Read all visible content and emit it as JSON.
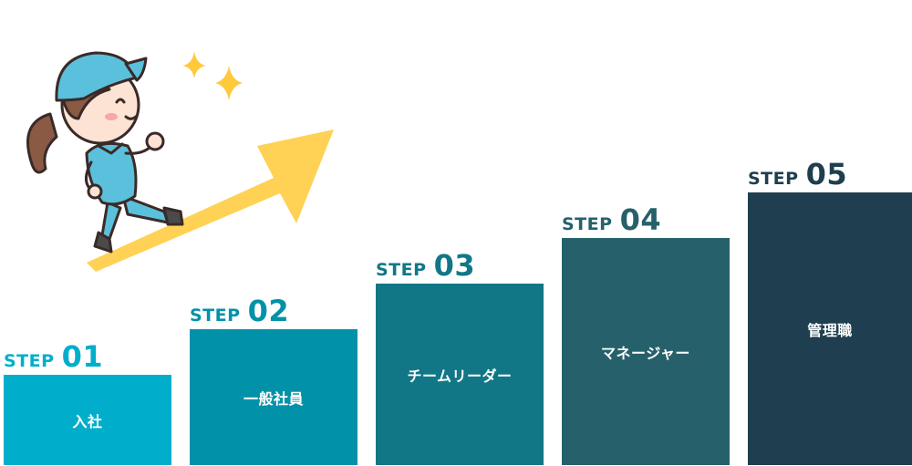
{
  "steps": [
    {
      "word": "STEP",
      "number": "01",
      "title": "入社",
      "color": "#00AECB"
    },
    {
      "word": "STEP",
      "number": "02",
      "title": "一般社員",
      "color": "#0192A9"
    },
    {
      "word": "STEP",
      "number": "03",
      "title": "チームリーダー",
      "color": "#117787"
    },
    {
      "word": "STEP",
      "number": "04",
      "title": "マネージャー",
      "color": "#26616B"
    },
    {
      "word": "STEP",
      "number": "05",
      "title": "管理職",
      "color": "#1F3E50"
    }
  ],
  "illustration": {
    "subject": "worker-climbing-arrow",
    "arrow_color": "#FFD154",
    "uniform_color": "#5BC0DC"
  }
}
